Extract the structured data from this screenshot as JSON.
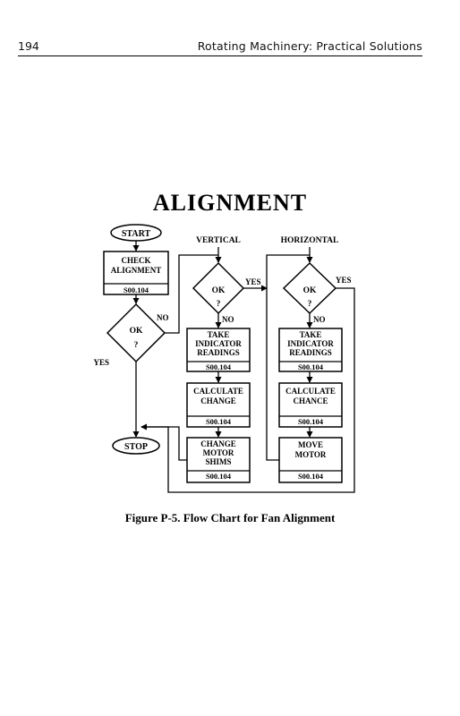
{
  "header": {
    "page_number": "194",
    "running_title": "Rotating Machinery: Practical Solutions"
  },
  "figure": {
    "title": "ALIGNMENT",
    "caption": "Figure P-5. Flow Chart for Fan Alignment",
    "column_labels": {
      "vertical": "VERTICAL",
      "horizontal": "HORIZONTAL"
    },
    "nodes": {
      "start": "START",
      "stop": "STOP",
      "check": {
        "line1": "CHECK",
        "line2": "ALIGNMENT",
        "ref": "S00.104"
      },
      "decision_main": {
        "line1": "OK",
        "line2": "?"
      },
      "decision_vertical": {
        "line1": "OK",
        "line2": "?"
      },
      "decision_horizontal": {
        "line1": "OK",
        "line2": "?"
      },
      "v_take": {
        "line1": "TAKE",
        "line2": "INDICATOR",
        "line3": "READINGS",
        "ref": "S00.104"
      },
      "v_calc": {
        "line1": "CALCULATE",
        "line2": "CHANGE",
        "ref": "S00.104"
      },
      "v_change": {
        "line1": "CHANGE",
        "line2": "MOTOR",
        "line3": "SHIMS",
        "ref": "S00.104"
      },
      "h_take": {
        "line1": "TAKE",
        "line2": "INDICATOR",
        "line3": "READINGS",
        "ref": "S00.104"
      },
      "h_calc": {
        "line1": "CALCULATE",
        "line2": "CHANCE",
        "ref": "S00.104"
      },
      "h_move": {
        "line1": "MOVE",
        "line2": "MOTOR",
        "ref": "S00.104"
      }
    },
    "edge_labels": {
      "main_no": "NO",
      "main_yes": "YES",
      "vertical_yes": "YES",
      "vertical_no": "NO",
      "horizontal_yes": "YES",
      "horizontal_no": "NO"
    }
  }
}
